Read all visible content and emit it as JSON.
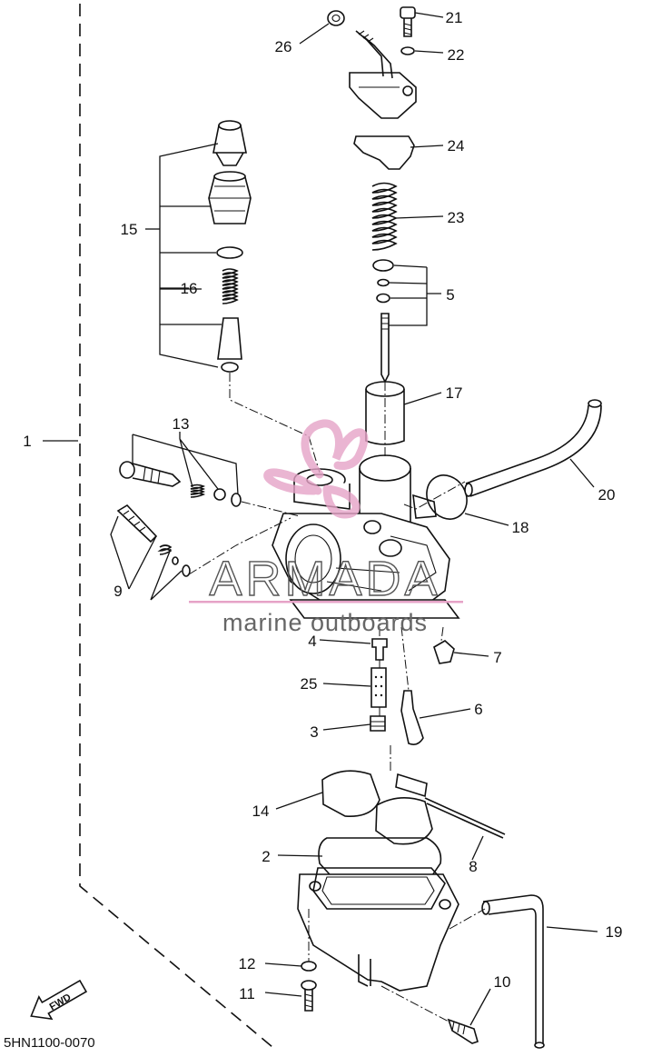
{
  "diagram": {
    "part_code": "5HN1100-0070",
    "fwd_label": "FWD",
    "watermark": {
      "brand": "ARMADA",
      "tagline": "marine outboards",
      "logo_color": "#e6a3c7",
      "text_color": "#555555"
    },
    "callouts": [
      "1",
      "2",
      "3",
      "4",
      "5",
      "6",
      "7",
      "8",
      "9",
      "10",
      "11",
      "12",
      "13",
      "14",
      "15",
      "16",
      "17",
      "18",
      "19",
      "20",
      "21",
      "22",
      "23",
      "24",
      "25",
      "26"
    ]
  }
}
